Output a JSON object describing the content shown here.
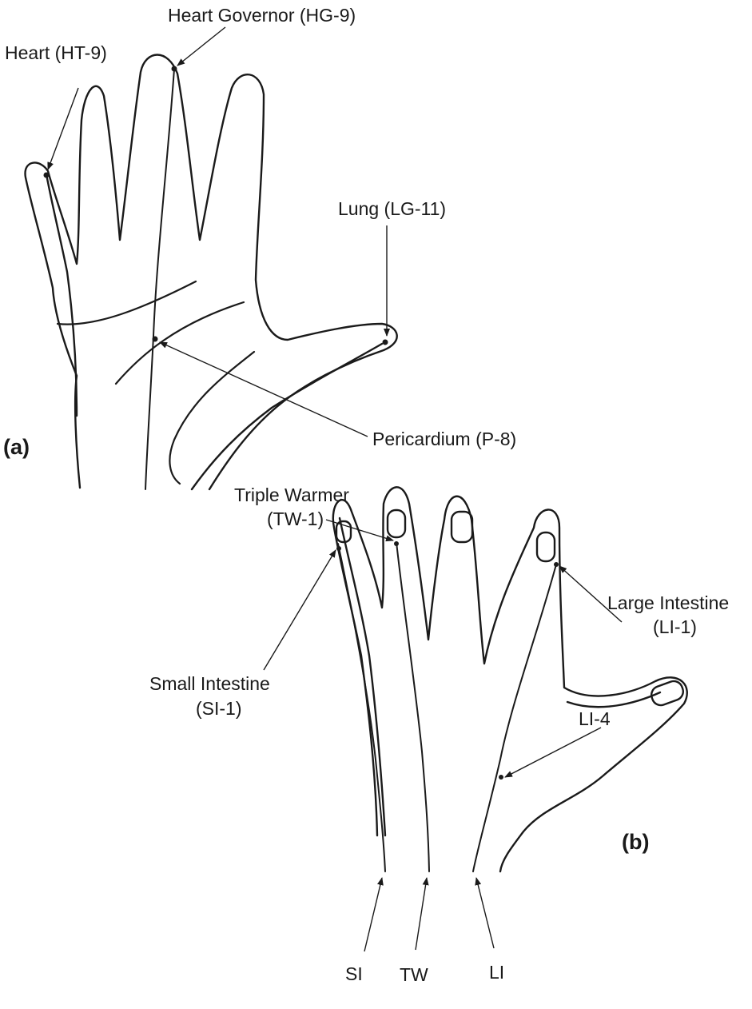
{
  "panels": {
    "a": "(a)",
    "b": "(b)"
  },
  "palm_labels": {
    "heart_governor": "Heart Governor (HG-9)",
    "heart": "Heart (HT-9)",
    "lung": "Lung (LG-11)",
    "pericardium": "Pericardium  (P-8)"
  },
  "dorsal_labels": {
    "triple_warmer_line1": "Triple Warmer",
    "triple_warmer_line2": "(TW-1)",
    "large_intestine_line1": "Large Intestine",
    "large_intestine_line2": "(LI-1)",
    "small_intestine_line1": "Small Intestine",
    "small_intestine_line2": "(SI-1)",
    "li4": "LI-4"
  },
  "channel_ends": {
    "si": "SI",
    "tw": "TW",
    "li": "LI"
  },
  "colors": {
    "ink": "#1a1a1a",
    "background": "#ffffff"
  }
}
